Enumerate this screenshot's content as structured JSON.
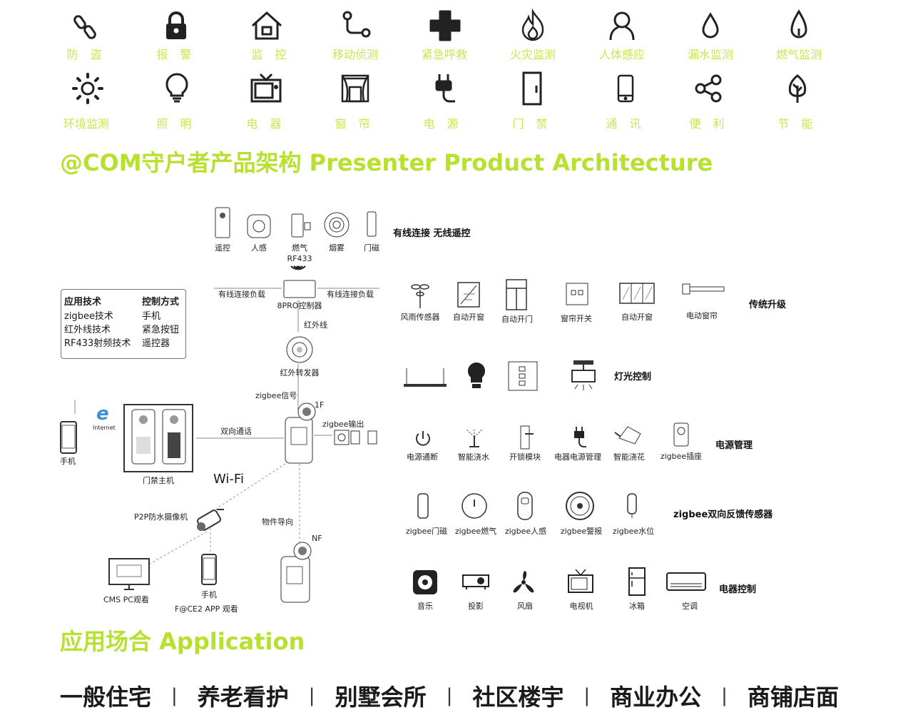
{
  "colors": {
    "accent": "#b8e02e",
    "icon_label": "#c5e84a",
    "line": "#888888"
  },
  "feature_icons_row1": [
    {
      "icon": "link-icon",
      "label": "防 盗"
    },
    {
      "icon": "lock-icon",
      "label": "报 警"
    },
    {
      "icon": "house-icon",
      "label": "监 控"
    },
    {
      "icon": "route-icon",
      "label": "移动侦测"
    },
    {
      "icon": "medical-cross-icon",
      "label": "紧急呼救"
    },
    {
      "icon": "fire-icon",
      "label": "火灾监测"
    },
    {
      "icon": "person-icon",
      "label": "人体感应"
    },
    {
      "icon": "water-drop-icon",
      "label": "漏水监测"
    },
    {
      "icon": "flame-icon",
      "label": "燃气监测"
    }
  ],
  "feature_icons_row2": [
    {
      "icon": "sun-icon",
      "label": "环境监测"
    },
    {
      "icon": "bulb-icon",
      "label": "照 明"
    },
    {
      "icon": "tv-icon",
      "label": "电 器"
    },
    {
      "icon": "curtain-icon",
      "label": "窗 帘"
    },
    {
      "icon": "plug-icon",
      "label": "电 源"
    },
    {
      "icon": "door-icon",
      "label": "门 禁"
    },
    {
      "icon": "phone-icon",
      "label": "通 讯"
    },
    {
      "icon": "share-icon",
      "label": "便 利"
    },
    {
      "icon": "leaf-icon",
      "label": "节 能"
    }
  ],
  "architecture_title": "@COM守户者产品架构  Presenter Product Architecture",
  "left_diagram": {
    "top_devices": [
      "遥控",
      "人感",
      "燃气",
      "烟雾",
      "门磁"
    ],
    "rf433": "RF433",
    "wired_wireless": "有线连接   无线遥控",
    "wired_load_left": "有线连接负载",
    "wired_load_right": "有线连接负载",
    "controller": "8PRO控制器",
    "infrared_line": "红外线",
    "ir_repeater": "红外转发器",
    "tech_box": {
      "h1": "应用技术",
      "h2": "控制方式",
      "rows": [
        [
          "zigbee技术",
          "手机"
        ],
        [
          "红外线技术",
          "紧急按钮"
        ],
        [
          "RF433射频技术",
          "遥控器"
        ]
      ]
    },
    "zigbee_signal": "zigbee信号",
    "floor_1f": "1F",
    "zigbee_output": "zigbee输出",
    "internet": "Internet",
    "phone": "手机",
    "two_way": "双向通话",
    "door_host": "门禁主机",
    "wifi": "Wi-Fi",
    "p2p_camera": "P2P防水摄像机",
    "iot_guide": "物件导向",
    "nf": "NF",
    "cms_pc": "CMS PC观看",
    "phone2": "手机",
    "app_view": "F@CE2 APP 观看"
  },
  "right_groups": {
    "traditional": {
      "title": "传统升级",
      "items": [
        "风雨传感器",
        "自动开窗",
        "自动开门",
        "窗帘开关",
        "自动开窗",
        "电动窗帘"
      ]
    },
    "lighting": {
      "title": "灯光控制"
    },
    "power": {
      "title": "电源管理",
      "items": [
        "电源通断",
        "智能浇水",
        "开锁模块",
        "电器电源管理",
        "智能浇花",
        "zigbee插座"
      ]
    },
    "zigbee_sensors": {
      "title": "zigbee双向反馈传感器",
      "items": [
        "zigbee门磁",
        "zigbee燃气",
        "zigbee人感",
        "zigbee警报",
        "zigbee水位"
      ]
    },
    "appliance": {
      "title": "电器控制",
      "items": [
        "音乐",
        "投影",
        "风扇",
        "电视机",
        "冰箱",
        "空调"
      ]
    }
  },
  "application_title": "应用场合  Application",
  "scenes": [
    "一般住宅",
    "养老看护",
    "别墅会所",
    "社区楼宇",
    "商业办公",
    "商铺店面"
  ],
  "scene_separator": "|"
}
